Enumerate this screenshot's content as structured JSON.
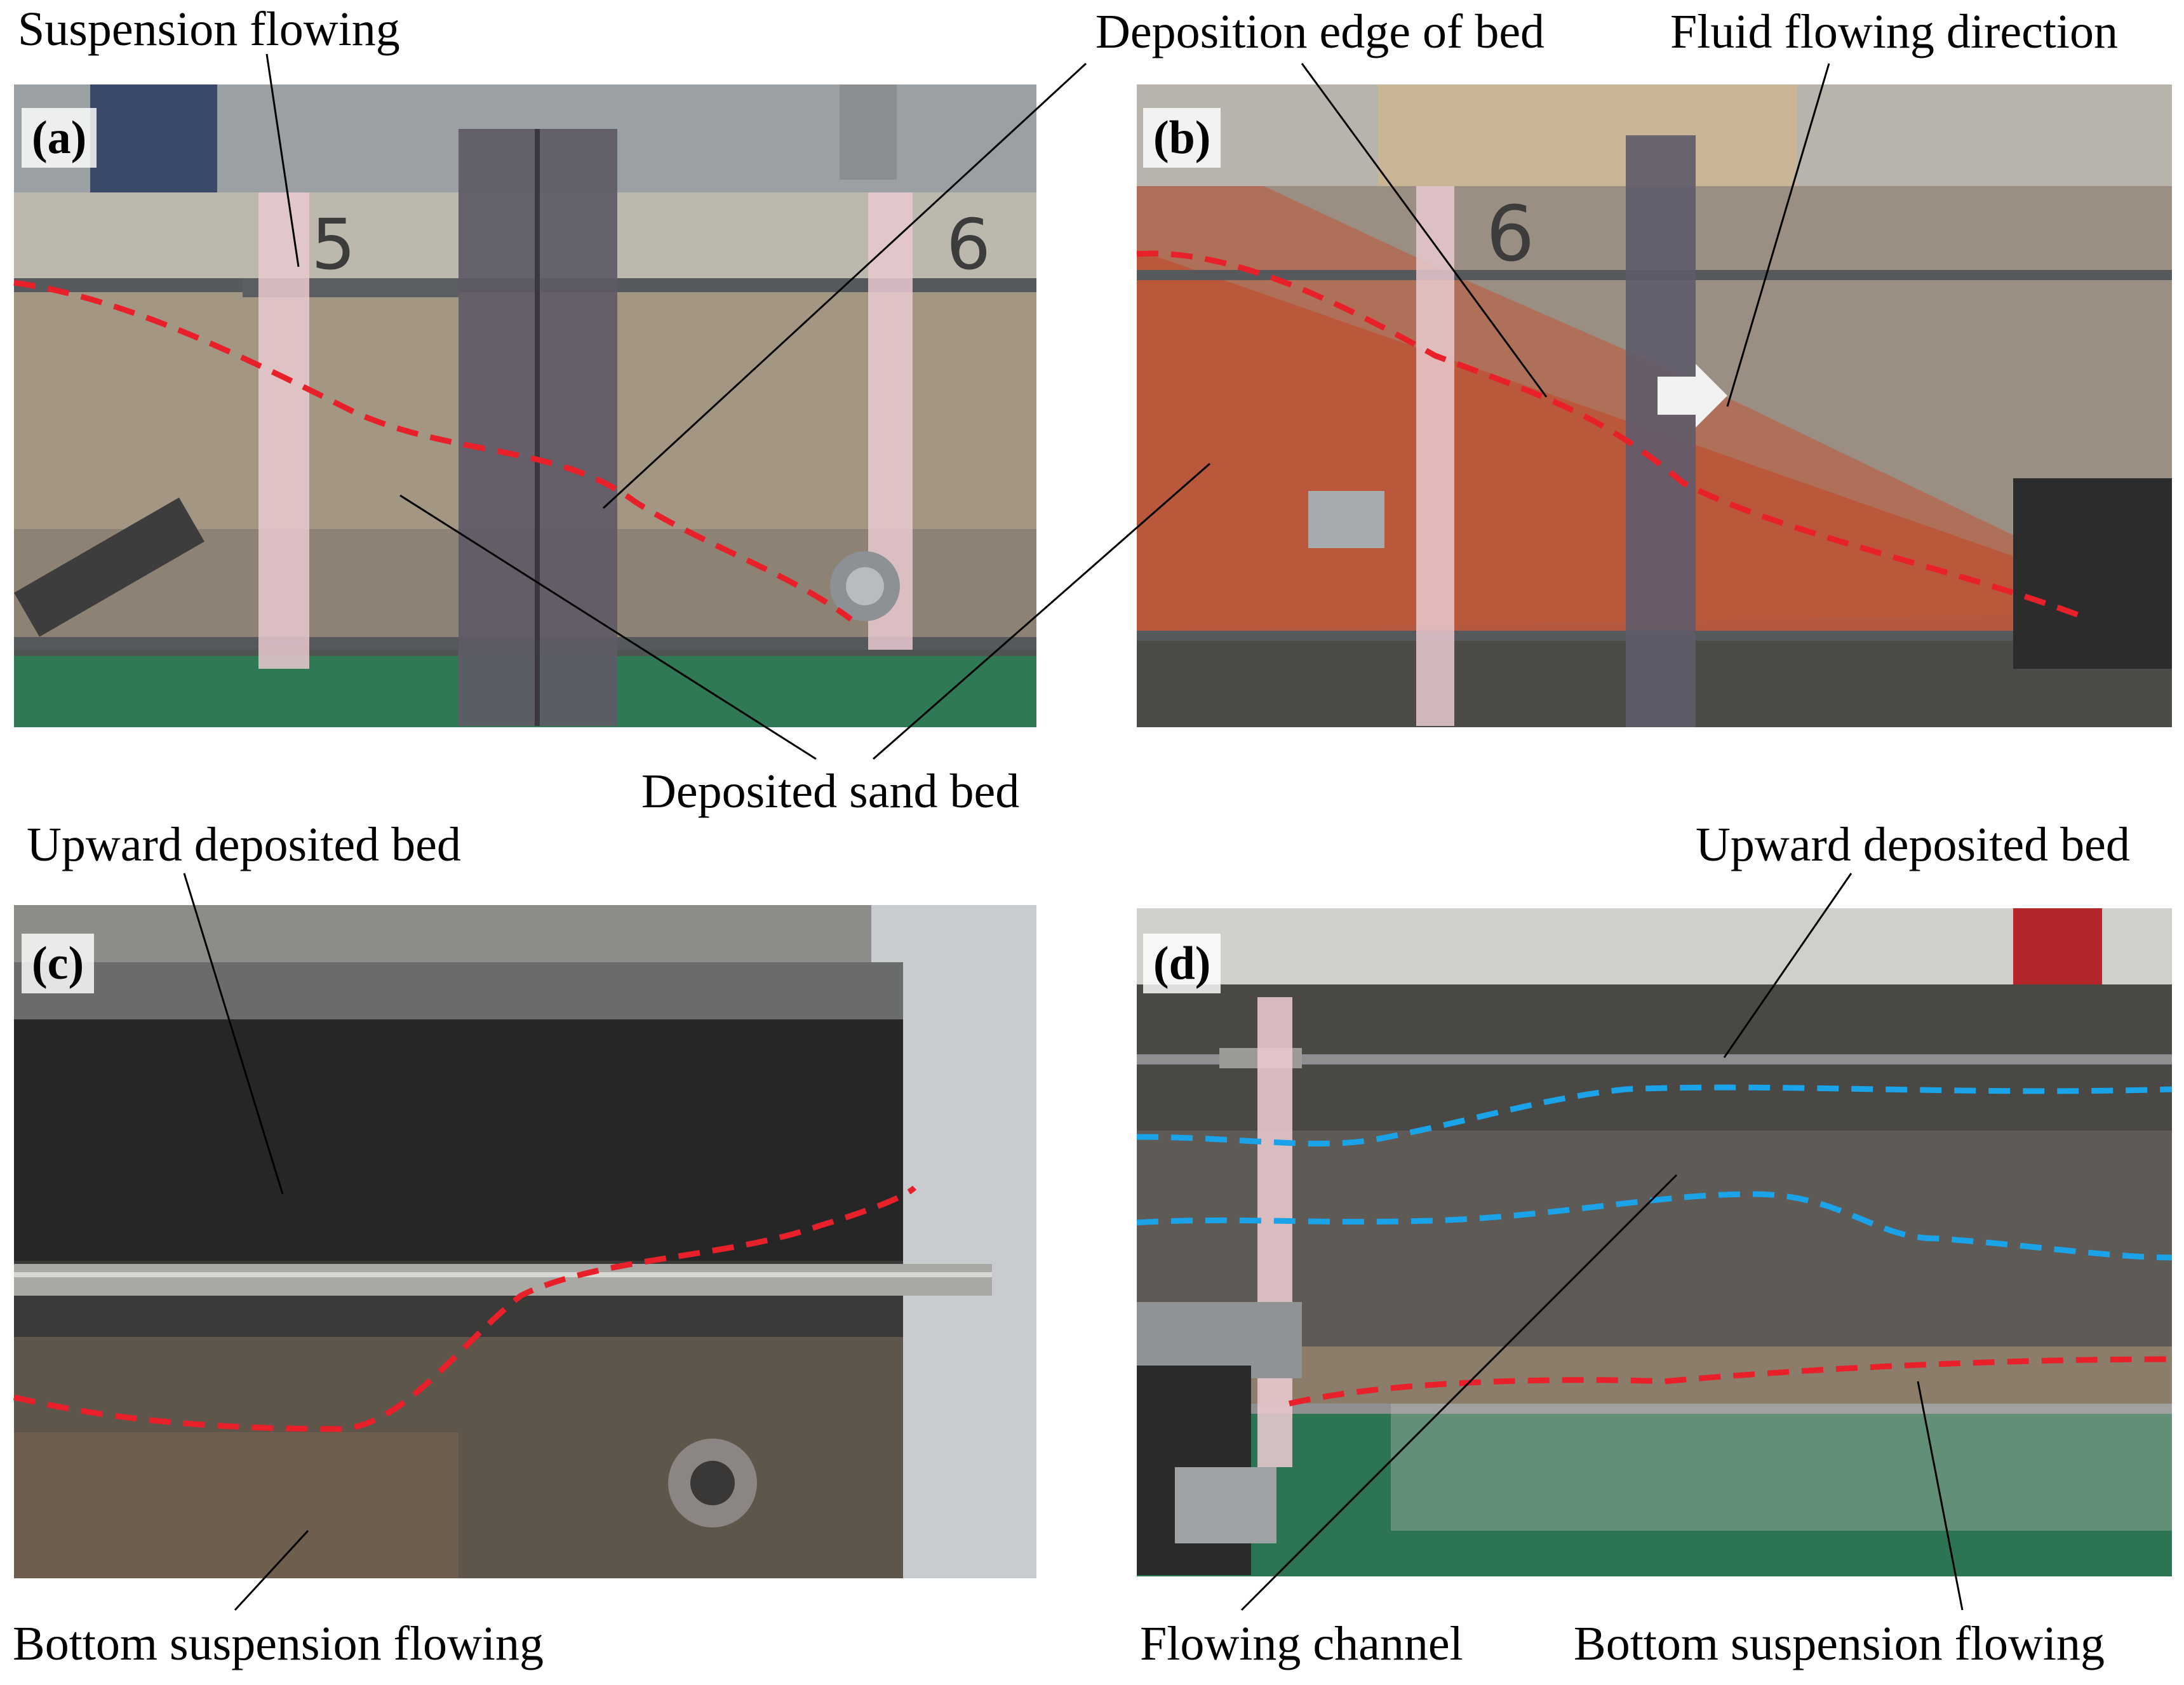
{
  "panels": {
    "a": {
      "label": "(a)"
    },
    "b": {
      "label": "(b)"
    },
    "c": {
      "label": "(c)"
    },
    "d": {
      "label": "(d)"
    }
  },
  "annotations": {
    "suspension_flowing": "Suspension flowing",
    "deposition_edge": "Deposition edge of bed",
    "fluid_direction": "Fluid flowing direction",
    "deposited_sand_bed": "Deposited sand bed",
    "upward_bed_c": "Upward deposited bed",
    "upward_bed_d": "Upward deposited bed",
    "bottom_suspension_c": "Bottom suspension flowing",
    "flowing_channel": "Flowing channel",
    "bottom_suspension_d": "Bottom suspension flowing"
  },
  "pipe_markings": {
    "a_left": "5",
    "a_right": "6",
    "b": "6"
  },
  "colors": {
    "bed_edge": "#e8202a",
    "channel_edge": "#1aa3e8",
    "leader": "#000000"
  }
}
